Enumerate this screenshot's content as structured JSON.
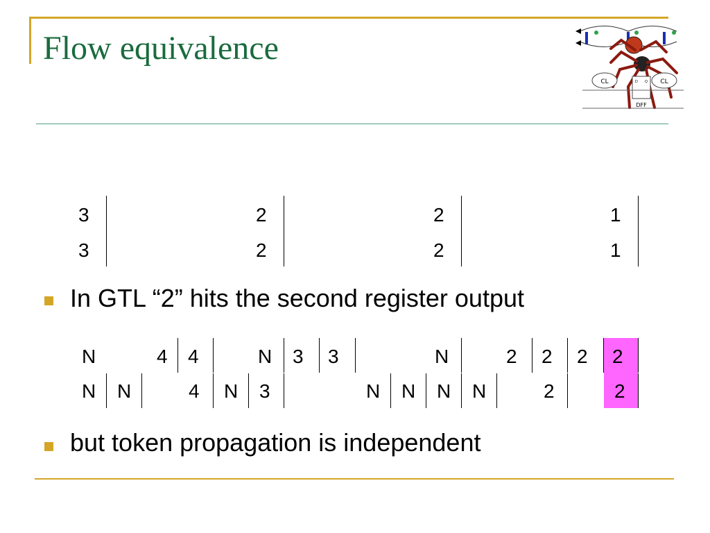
{
  "slide": {
    "title": "Flow equivalence",
    "bullets": [
      "In GTL “2” hits the second register output",
      "but token propagation is independent"
    ]
  },
  "logo": {
    "cl_left": "CL",
    "cl_right": "CL",
    "dff_label": "DFF",
    "d_pin": "D",
    "q_pin": "Q"
  },
  "table1": {
    "rows": [
      [
        "3",
        "2",
        "2",
        "1"
      ],
      [
        "3",
        "2",
        "2",
        "1"
      ]
    ]
  },
  "table2": {
    "rows": [
      [
        "N",
        "",
        "4",
        "4",
        "",
        "N",
        "3",
        "3",
        "",
        "",
        "N",
        "",
        "2",
        "2",
        "2",
        "2"
      ],
      [
        "N",
        "N",
        "",
        "4",
        "N",
        "3",
        "",
        "",
        "N",
        "N",
        "N",
        "N",
        "",
        "2",
        "",
        "2"
      ]
    ],
    "highlight_color": "#ff66ff"
  },
  "colors": {
    "title": "#1a6b3e",
    "accent": "#d4a627",
    "rule": "#4f9e82"
  }
}
